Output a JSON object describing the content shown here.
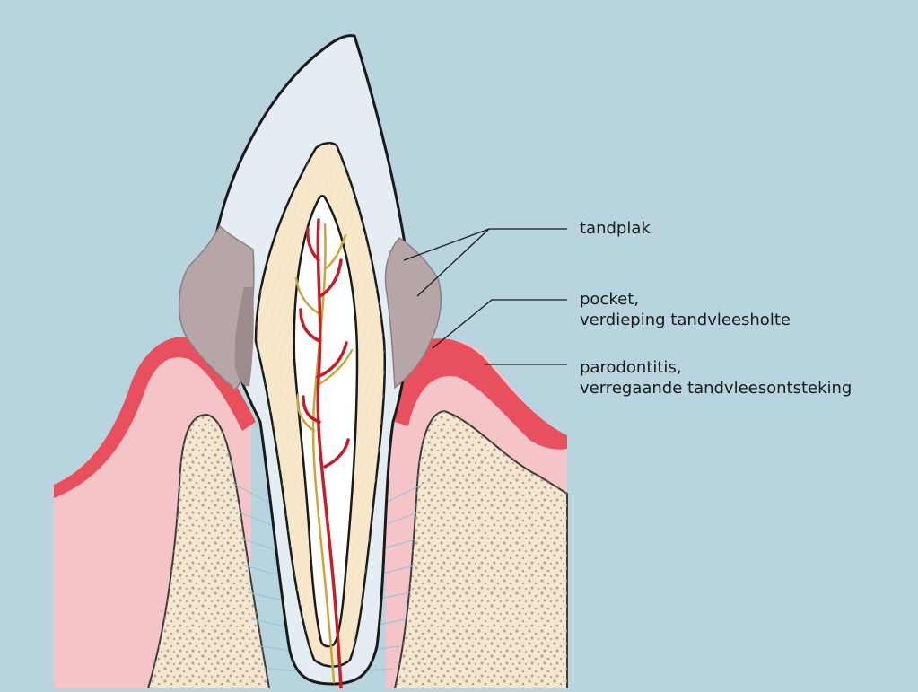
{
  "labels": {
    "plaque": "tandplak",
    "pocket_line1": "pocket,",
    "pocket_line2": "verdieping tandvleesholte",
    "perio_line1": "parodontitis,",
    "perio_line2": "verregaande tandvleesontsteking"
  },
  "colors": {
    "background": "#b8d4df",
    "enamel": "#e4ecf4",
    "dentin": "#f7e6c8",
    "pulp": "#ffffff",
    "gum": "#f4c4c8",
    "inflamed_gum": "#e8505e",
    "bone": "#f5e6cf",
    "bone_speckle": "#a89a84",
    "plaque": "#b7a6a8",
    "nerve": "#c9a63a",
    "blood_vessel": "#c41e2a",
    "ligament": "#8ec4dc"
  }
}
